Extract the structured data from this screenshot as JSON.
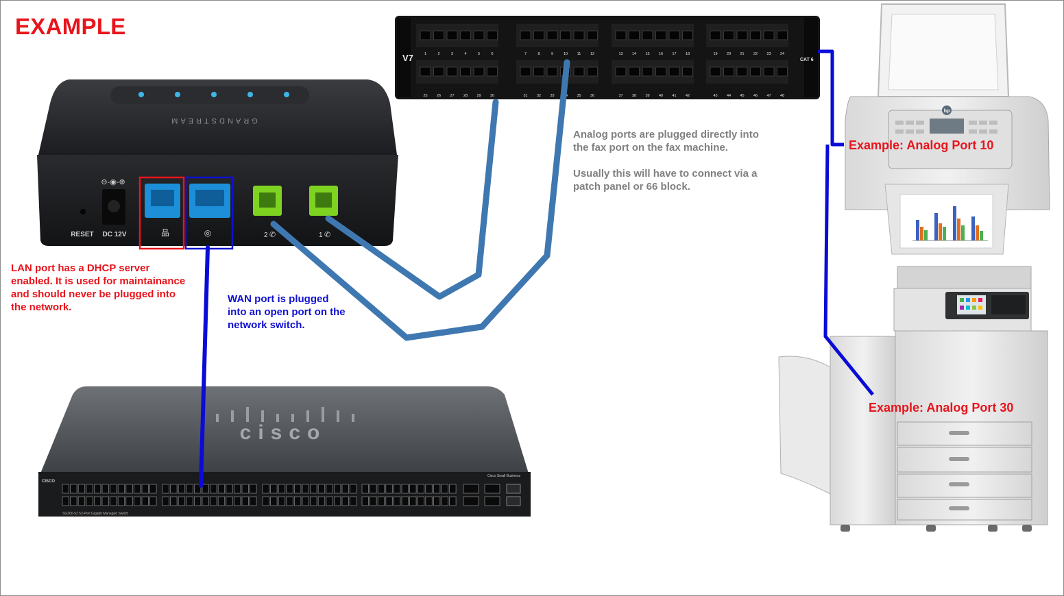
{
  "title": {
    "text": "EXAMPLE",
    "color": "#e8141c"
  },
  "notes": {
    "lan": {
      "text": "LAN port has a DHCP server\nenabled. It is used for maintainance\nand should never be plugged into\nthe network.",
      "color": "#e8141c"
    },
    "wan": {
      "text": "WAN port is plugged\ninto an open port on the\nnetwork switch.",
      "color": "#1010d0"
    },
    "analog": {
      "text": "Analog ports are plugged directly into\nthe fax port on the fax machine.\n\n Usually this will have to connect via a\npatch panel or 66 block.",
      "color": "#808080"
    }
  },
  "labels": {
    "port10": {
      "text": "Example: Analog Port 10",
      "color": "#e8141c"
    },
    "port30": {
      "text": "Example: Analog Port 30",
      "color": "#e8141c"
    }
  },
  "gateway": {
    "brand": "GRANDSTREAM",
    "reset_label": "RESET",
    "power_label": "DC 12V",
    "phone_port_labels": [
      "2",
      "1"
    ],
    "lan_highlight_color": "#e8141c",
    "wan_highlight_color": "#1010d0",
    "lan_port_color": "#1c8fd8",
    "phone_port_color": "#7ed321"
  },
  "patch_panel": {
    "logo": "V7",
    "rating_label": "CAT 6",
    "top_row_numbers": [
      "1",
      "2",
      "3",
      "4",
      "5",
      "6",
      "7",
      "8",
      "9",
      "10",
      "11",
      "12",
      "13",
      "14",
      "15",
      "16",
      "17",
      "18",
      "19",
      "20",
      "21",
      "22",
      "23",
      "24"
    ],
    "bottom_row_numbers": [
      "25",
      "26",
      "27",
      "28",
      "29",
      "30",
      "31",
      "32",
      "33",
      "34",
      "35",
      "36",
      "37",
      "38",
      "39",
      "40",
      "41",
      "42",
      "43",
      "44",
      "45",
      "46",
      "47",
      "48"
    ]
  },
  "switch": {
    "brand": "cisco",
    "brand_small": "CISCO",
    "series_label": "Cisco Small Business",
    "model_label": "SG300-52  52-Port Gigabit Managed Switch"
  },
  "printer": {
    "brand": "hp"
  },
  "cables": {
    "analog_color": "#3f78b0",
    "wan_color": "#0b0bd8"
  }
}
